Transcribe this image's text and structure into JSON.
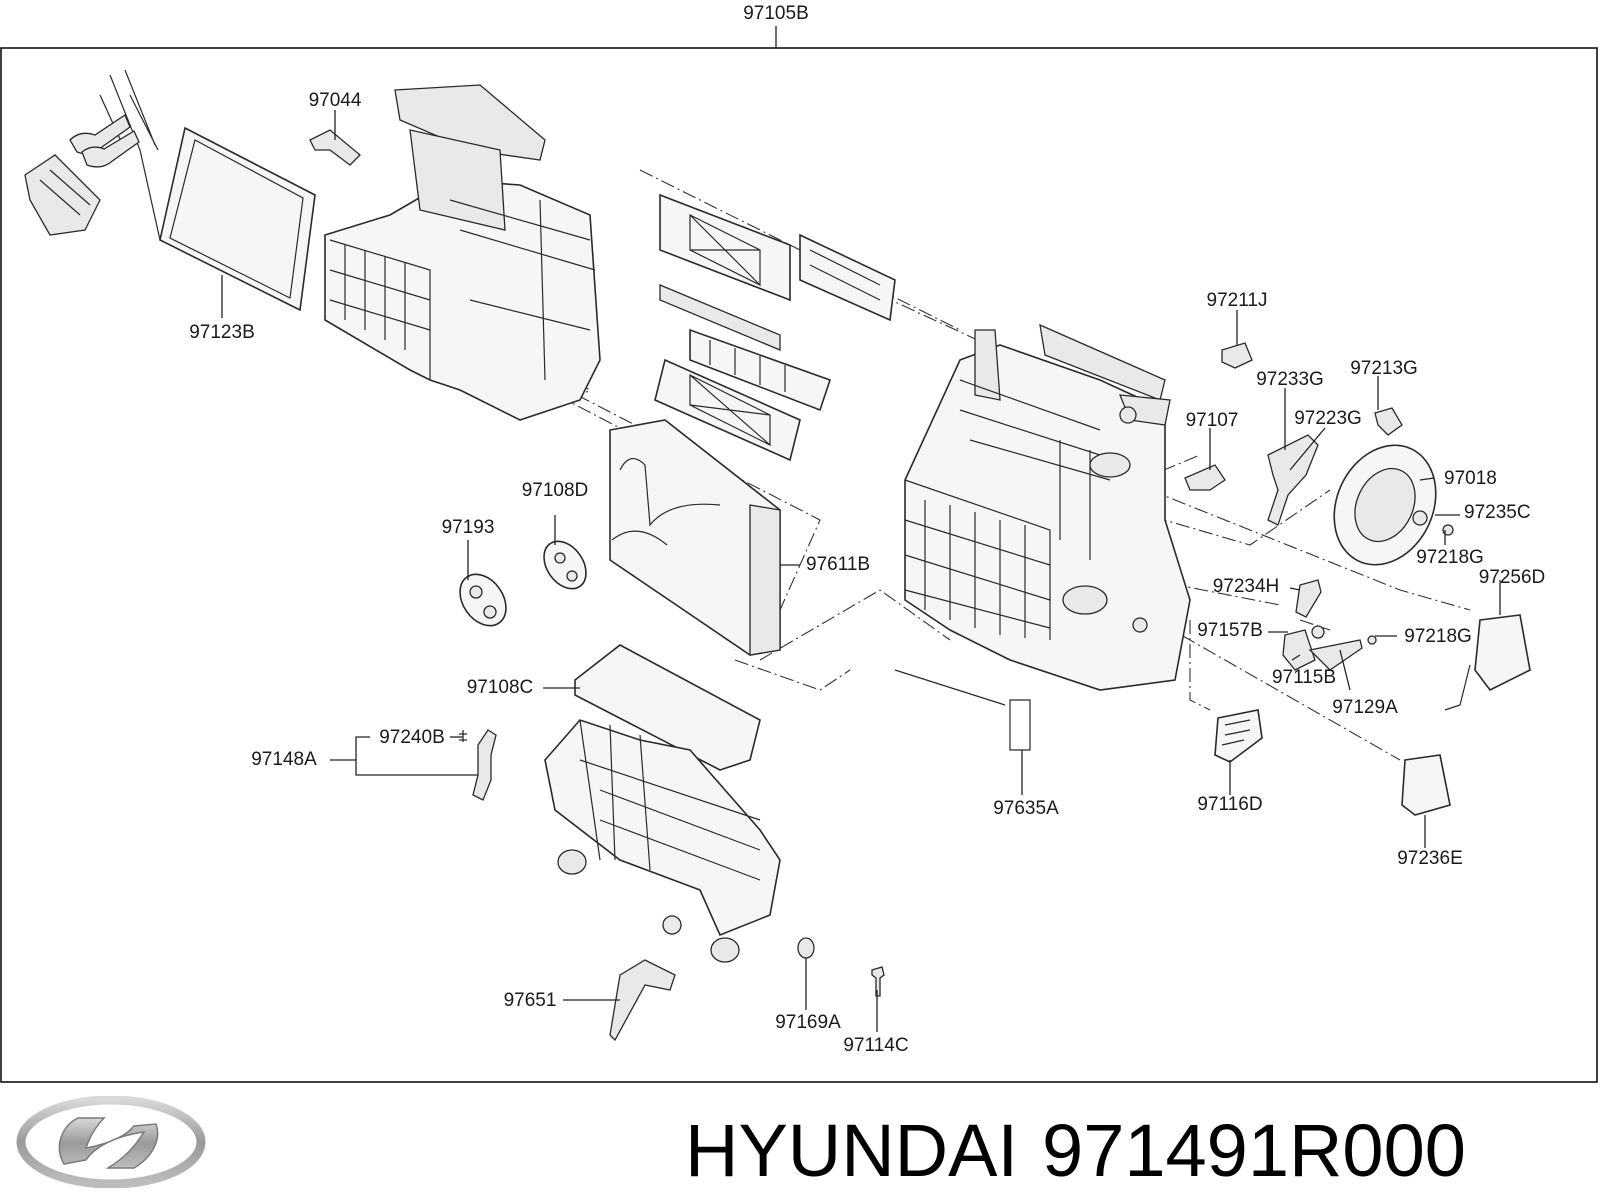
{
  "diagram": {
    "assembly_label": "97105B",
    "callouts": {
      "p97044": "97044",
      "p97123B": "97123B",
      "p97211J": "97211J",
      "p97233G": "97233G",
      "p97213G": "97213G",
      "p97107": "97107",
      "p97223G": "97223G",
      "p97018": "97018",
      "p97235C": "97235C",
      "p97218G_a": "97218G",
      "p97256D": "97256D",
      "p97108D": "97108D",
      "p97193": "97193",
      "p97611B": "97611B",
      "p97234H": "97234H",
      "p97157B": "97157B",
      "p97218G_b": "97218G",
      "p97115B": "97115B",
      "p97129A": "97129A",
      "p97108C": "97108C",
      "p97240B": "97240B",
      "p97148A": "97148A",
      "p97635A": "97635A",
      "p97116D": "97116D",
      "p97236E": "97236E",
      "p97651": "97651",
      "p97169A": "97169A",
      "p97114C": "97114C"
    }
  },
  "footer": {
    "brand": "HYUNDAI",
    "part_number": "971491R000"
  }
}
